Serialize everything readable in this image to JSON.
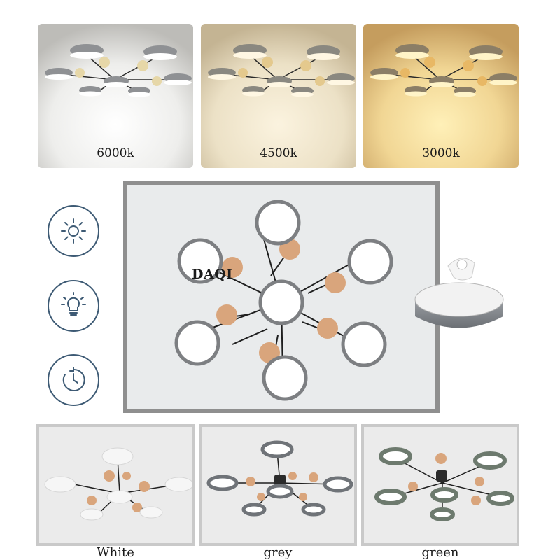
{
  "color_temperatures": [
    {
      "label": "6000k"
    },
    {
      "label": "4500k"
    },
    {
      "label": "3000k"
    }
  ],
  "main_product": {
    "brand": "DAQI"
  },
  "feature_icons": [
    {
      "icon": "sun-brightness-icon"
    },
    {
      "icon": "light-bulb-icon"
    },
    {
      "icon": "timer-clock-icon"
    }
  ],
  "color_options": [
    {
      "label": "White",
      "shade": "#f4f4f4"
    },
    {
      "label": "grey",
      "shade": "#6f7378"
    },
    {
      "label": "green",
      "shade": "#6d7a6e"
    }
  ],
  "colors": {
    "wood": "#d9a57c",
    "icon_stroke": "#3d5a74",
    "frame": "#8f8f8f"
  }
}
